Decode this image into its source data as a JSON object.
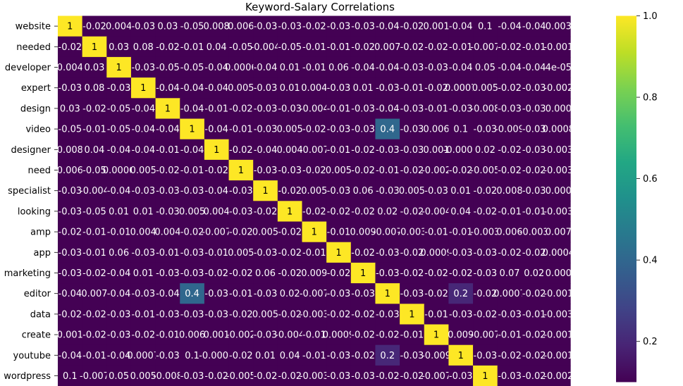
{
  "chart_data": {
    "type": "heatmap",
    "title": "Keyword-Salary Correlations",
    "row_labels": [
      "website",
      "needed",
      "developer",
      "expert",
      "design",
      "video",
      "designer",
      "need",
      "specialist",
      "looking",
      "amp",
      "app",
      "marketing",
      "editor",
      "data",
      "create",
      "youtube",
      "wordpress"
    ],
    "annotations": [
      [
        "1",
        "-0.02",
        "0.004",
        "-0.03",
        "0.03",
        "-0.05",
        "0.008",
        "0.006",
        "-0.03",
        "-0.03",
        "-0.02",
        "-0.03",
        "-0.03",
        "-0.04",
        "-0.02",
        "0.001",
        "-0.04",
        "0.1",
        "-0.04",
        "-0.04",
        "0.003"
      ],
      [
        "-0.02",
        "1",
        "0.03",
        "0.08",
        "-0.02",
        "-0.01",
        "0.04",
        "-0.05",
        "-0.004",
        "-0.05",
        "-0.01",
        "-0.01",
        "-0.02",
        "0.007",
        "-0.02",
        "-0.02",
        "-0.01",
        "-0.007",
        "-0.02",
        "-0.01",
        "-0.001"
      ],
      [
        "0.004",
        "0.03",
        "1",
        "-0.03",
        "-0.05",
        "-0.05",
        "-0.04",
        "0.0006",
        "-0.04",
        "0.01",
        "-0.01",
        "0.06",
        "-0.04",
        "-0.04",
        "-0.03",
        "-0.03",
        "-0.04",
        "0.05",
        "-0.04",
        "-0.04",
        "4e-05"
      ],
      [
        "-0.03",
        "0.08",
        "-0.03",
        "1",
        "-0.04",
        "-0.04",
        "-0.04",
        "0.005",
        "-0.03",
        "0.01",
        "0.004",
        "-0.03",
        "0.01",
        "-0.03",
        "-0.01",
        "-0.02",
        "0.0007",
        "0.005",
        "-0.02",
        "-0.03",
        "-0.002"
      ],
      [
        "0.03",
        "-0.02",
        "-0.05",
        "-0.04",
        "1",
        "-0.04",
        "-0.01",
        "-0.02",
        "-0.03",
        "-0.03",
        "-0.004",
        "-0.01",
        "-0.03",
        "-0.04",
        "-0.03",
        "-0.01",
        "-0.03",
        "-0.008",
        "-0.03",
        "-0.03",
        "0.000"
      ],
      [
        "-0.05",
        "-0.01",
        "-0.05",
        "-0.04",
        "-0.04",
        "1",
        "-0.04",
        "-0.01",
        "-0.03",
        "0.005",
        "-0.02",
        "-0.03",
        "-0.03",
        "0.4",
        "-0.03",
        "0.006",
        "0.1",
        "-0.03",
        "-0.009",
        "-0.03",
        "0.0008"
      ],
      [
        "0.008",
        "0.04",
        "-0.04",
        "-0.04",
        "-0.01",
        "-0.04",
        "1",
        "-0.02",
        "-0.04",
        "0.004",
        "-0.007",
        "-0.01",
        "-0.02",
        "-0.03",
        "-0.03",
        "0.001",
        "-0.0001",
        "0.02",
        "-0.02",
        "-0.03",
        "-0.003"
      ],
      [
        "0.006",
        "-0.05",
        "0.0006",
        "0.005",
        "-0.02",
        "-0.01",
        "-0.02",
        "1",
        "-0.03",
        "-0.03",
        "-0.02",
        "0.005",
        "-0.02",
        "-0.01",
        "-0.02",
        "-0.002",
        "-0.02",
        "-0.005",
        "-0.02",
        "-0.02",
        "-0.003"
      ],
      [
        "-0.03",
        "-0.004",
        "-0.04",
        "-0.03",
        "-0.03",
        "-0.03",
        "-0.04",
        "-0.03",
        "1",
        "-0.02",
        "0.005",
        "-0.03",
        "0.06",
        "-0.03",
        "0.005",
        "-0.03",
        "0.01",
        "-0.02",
        "0.008",
        "-0.03",
        "0.000"
      ],
      [
        "-0.03",
        "-0.05",
        "0.01",
        "0.01",
        "-0.03",
        "0.005",
        "0.004",
        "-0.03",
        "-0.02",
        "1",
        "-0.02",
        "-0.02",
        "-0.02",
        "0.02",
        "-0.02",
        "-0.004",
        "0.04",
        "-0.02",
        "-0.01",
        "-0.01",
        "-0.003"
      ],
      [
        "-0.02",
        "-0.01",
        "-0.01",
        "0.004",
        "0.004",
        "-0.02",
        "-0.007",
        "-0.02",
        "0.005",
        "-0.02",
        "1",
        "-0.01",
        "0.009",
        "-0.007",
        "-0.003",
        "-0.01",
        "-0.01",
        "-0.003",
        "0.006",
        "-0.003",
        "0.007"
      ],
      [
        "-0.03",
        "-0.01",
        "0.06",
        "-0.03",
        "-0.01",
        "-0.03",
        "-0.01",
        "0.005",
        "-0.03",
        "-0.02",
        "-0.01",
        "1",
        "-0.02",
        "-0.03",
        "-0.02",
        "0.0009",
        "-0.03",
        "-0.03",
        "-0.02",
        "-0.02",
        "0.0004"
      ],
      [
        "-0.03",
        "-0.02",
        "-0.04",
        "0.01",
        "-0.03",
        "-0.03",
        "-0.02",
        "-0.02",
        "0.06",
        "-0.02",
        "0.009",
        "-0.02",
        "1",
        "-0.03",
        "-0.02",
        "-0.02",
        "-0.02",
        "-0.03",
        "0.07",
        "0.02",
        "0.000"
      ],
      [
        "-0.04",
        "0.007",
        "-0.04",
        "-0.03",
        "-0.04",
        "0.4",
        "-0.03",
        "-0.01",
        "-0.03",
        "0.02",
        "-0.007",
        "-0.03",
        "-0.03",
        "1",
        "-0.03",
        "-0.02",
        "0.2",
        "-0.02",
        "0.0007",
        "-0.02",
        "-0.001"
      ],
      [
        "-0.02",
        "-0.02",
        "-0.03",
        "-0.01",
        "-0.03",
        "-0.03",
        "-0.03",
        "-0.02",
        "0.005",
        "-0.02",
        "-0.003",
        "-0.02",
        "-0.02",
        "-0.03",
        "1",
        "-0.01",
        "-0.03",
        "-0.02",
        "-0.03",
        "-0.01",
        "-0.003"
      ],
      [
        "0.001",
        "-0.02",
        "-0.03",
        "-0.02",
        "-0.01",
        "0.006",
        "0.001",
        "-0.002",
        "-0.03",
        "-0.004",
        "-0.01",
        "0.0009",
        "-0.02",
        "-0.02",
        "-0.01",
        "1",
        "0.009",
        "-0.007",
        "-0.01",
        "-0.02",
        "-0.001"
      ],
      [
        "-0.04",
        "-0.01",
        "-0.04",
        "0.0007",
        "-0.03",
        "0.1",
        "-0.0001",
        "-0.02",
        "0.01",
        "0.04",
        "-0.01",
        "-0.03",
        "-0.02",
        "0.2",
        "-0.03",
        "-0.009",
        "1",
        "-0.03",
        "-0.02",
        "-0.02",
        "-0.001"
      ],
      [
        "0.1",
        "-0.007",
        "0.05",
        "0.005",
        "-0.008",
        "-0.03",
        "-0.02",
        "-0.005",
        "-0.02",
        "-0.02",
        "-0.003",
        "-0.03",
        "-0.03",
        "-0.02",
        "-0.02",
        "-0.007",
        "-0.03",
        "1",
        "-0.03",
        "-0.02",
        "-0.002"
      ]
    ],
    "colormap": "viridis",
    "colorbar": {
      "range": [
        0.1,
        1.0
      ],
      "ticks": [
        "0.2",
        "0.4",
        "0.6",
        "0.8",
        "1.0"
      ]
    },
    "grid": false,
    "legend": "colorbar-right"
  }
}
